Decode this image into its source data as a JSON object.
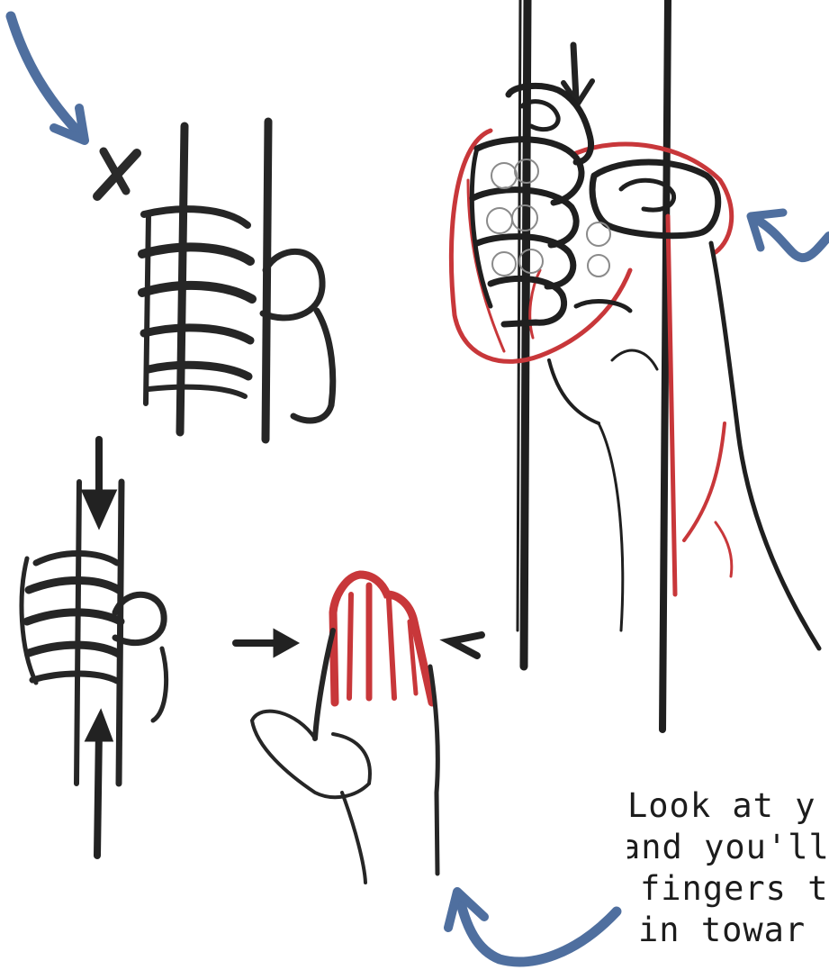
{
  "caption": {
    "lines": [
      "Look at y",
      "and you'll",
      "fingers t",
      "in towar"
    ]
  },
  "colors": {
    "pencil": "#1f1f1f",
    "red_pencil": "#c8373a",
    "arrow_blue": "#4f6f9f",
    "paper": "#ffffff"
  },
  "marks": {
    "wrong_mark": "X"
  }
}
